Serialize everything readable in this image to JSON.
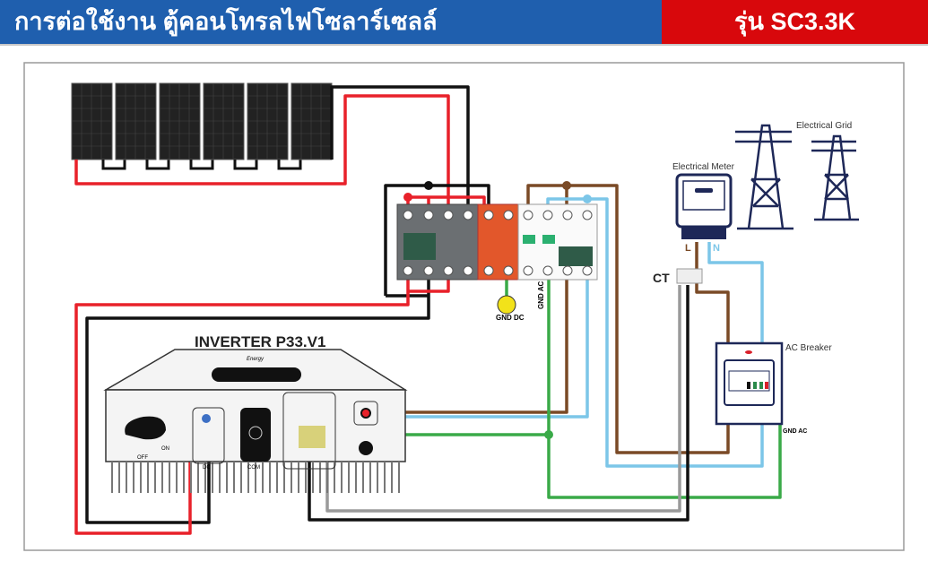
{
  "header": {
    "title": "การต่อใช้งาน  ตู้คอนโทรลไฟโซลาร์เซลล์",
    "model": "รุ่น SC3.3K"
  },
  "diagram": {
    "inverter_title": "INVERTER P33.V1",
    "inverter_labels": {
      "on": "ON",
      "off": "OFF",
      "dc": "DC",
      "com": "COM",
      "brand": "Energy"
    },
    "gnd_dc": "GND DC",
    "gnd_ac_box": "GND AC",
    "gnd_ac_breaker": "GND AC",
    "meter_label": "Electrical Meter",
    "grid_label": "Electrical Grid",
    "ct_label": "CT",
    "ac_breaker_label": "AC Breaker",
    "meter_l": "L",
    "meter_n": "N",
    "solar_panel_count": 6,
    "wire_colors": {
      "dc_pos": "#e8212a",
      "dc_neg": "#111111",
      "line": "#7a4a26",
      "neutral": "#7cc6e8",
      "ground": "#3aaa48",
      "ct_gray": "#9a9a9a"
    },
    "header_colors": {
      "blue": "#1f5fae",
      "red": "#d8080c"
    }
  }
}
